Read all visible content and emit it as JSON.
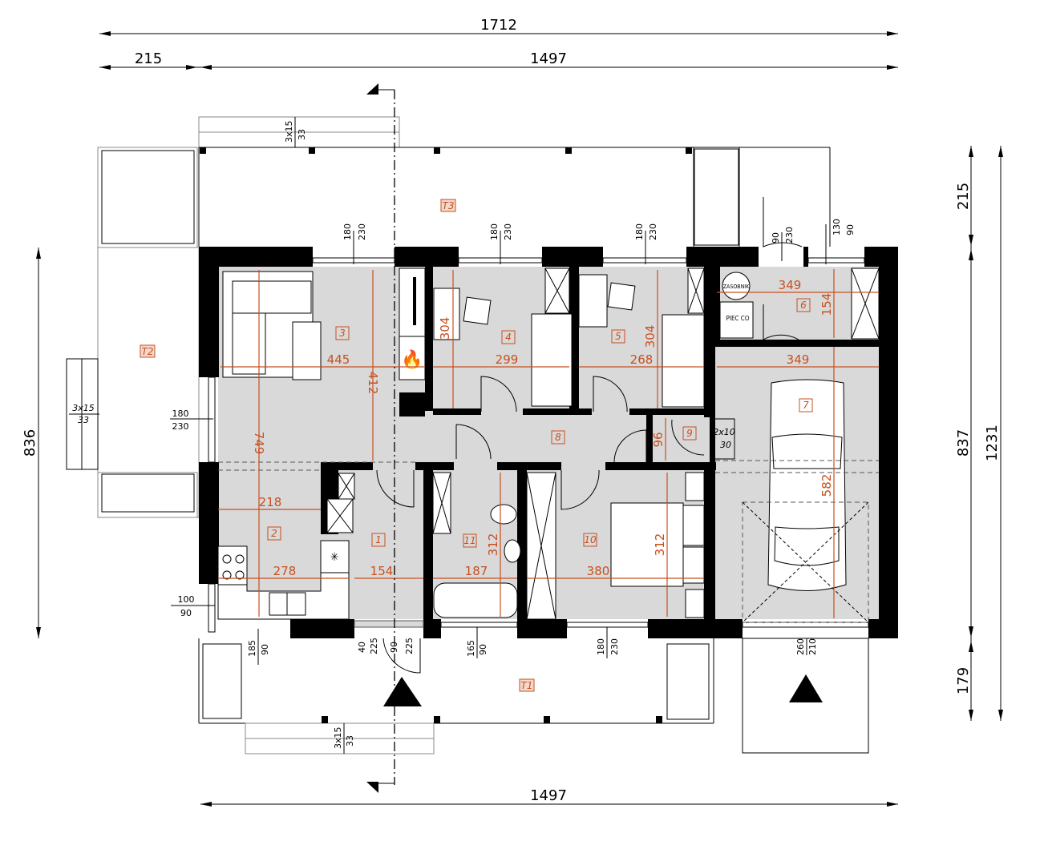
{
  "drawing": {
    "type": "floor plan",
    "accent_color": "#c8501e",
    "wall_color": "#000000",
    "floor_color": "#d9d9d9"
  },
  "overall_dimensions": {
    "top_total": "1712",
    "top_left_terrace": "215",
    "top_building": "1497",
    "bottom_building": "1497",
    "left_height": "836",
    "right_top_terrace": "215",
    "right_building": "837",
    "right_bottom": "179",
    "right_total": "1231"
  },
  "rooms": [
    {
      "id": "1",
      "width": "154"
    },
    {
      "id": "2",
      "width": "218",
      "width2": "278"
    },
    {
      "id": "3",
      "width": "445",
      "height": "412",
      "height2": "749"
    },
    {
      "id": "4",
      "width": "299",
      "height": "304"
    },
    {
      "id": "5",
      "width": "268",
      "height": "304"
    },
    {
      "id": "6",
      "width": "349",
      "height": "154"
    },
    {
      "id": "7",
      "width": "349",
      "height": "582"
    },
    {
      "id": "8"
    },
    {
      "id": "9",
      "height": "96"
    },
    {
      "id": "10",
      "width": "380",
      "height": "312"
    },
    {
      "id": "11",
      "width": "187",
      "height": "312"
    }
  ],
  "terraces": [
    {
      "id": "T1"
    },
    {
      "id": "T2"
    },
    {
      "id": "T3"
    }
  ],
  "openings": {
    "top_living": {
      "a": "180",
      "b": "230"
    },
    "top_room4": {
      "a": "180",
      "b": "230"
    },
    "top_room5": {
      "a": "180",
      "b": "230"
    },
    "top_boiler_door": {
      "a": "90",
      "b": "230"
    },
    "top_boiler_window": {
      "a": "130",
      "b": "90"
    },
    "left_living": {
      "a": "180",
      "b": "230"
    },
    "left_kitchen": {
      "a": "100",
      "b": "90"
    },
    "bottom_kitchen": {
      "a": "185",
      "b": "90"
    },
    "entrance_side": {
      "a": "40",
      "b": "225"
    },
    "entrance_door": {
      "a": "90",
      "b": "225"
    },
    "bottom_bath": {
      "a": "165",
      "b": "90"
    },
    "bottom_bedroom": {
      "a": "180",
      "b": "230"
    },
    "garage_door": {
      "a": "260",
      "b": "210"
    }
  },
  "stairs": {
    "top": {
      "a": "3x15",
      "b": "33"
    },
    "left": {
      "a": "3x15",
      "b": "33"
    },
    "bottom": {
      "a": "3x15",
      "b": "33"
    },
    "garage_side": {
      "a": "2x10",
      "b": "30"
    }
  },
  "equipment": {
    "tank": "ZASOBNIK",
    "boiler": "PIEC CO"
  }
}
